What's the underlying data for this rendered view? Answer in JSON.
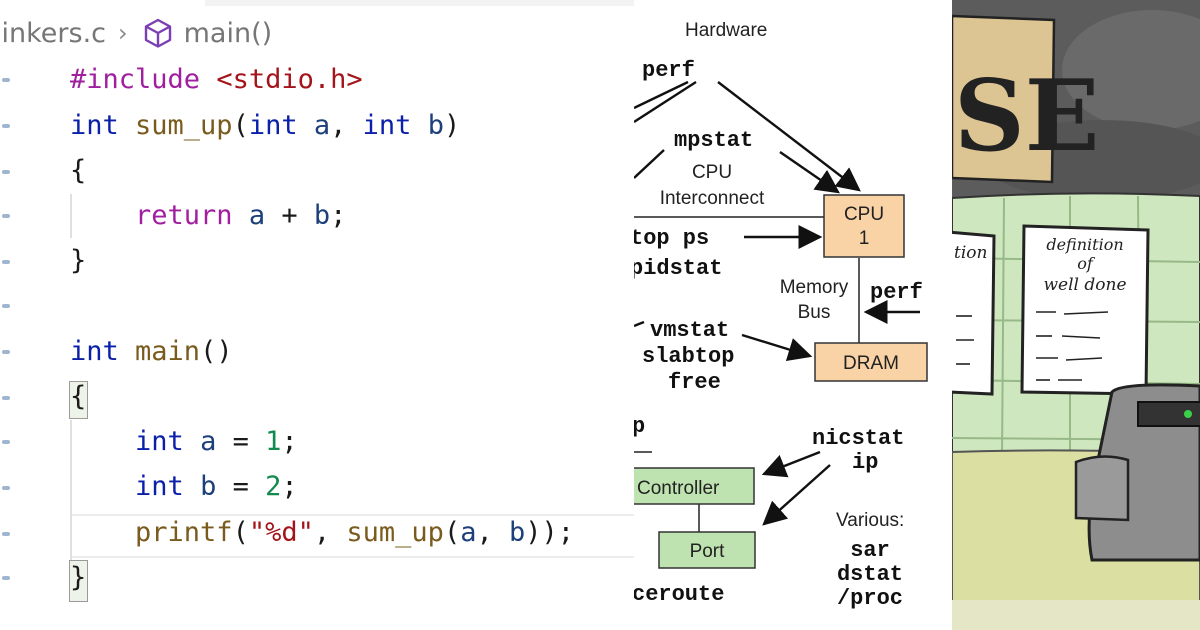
{
  "editor": {
    "breadcrumb": {
      "file": "linkers.c",
      "separator": "›",
      "symbol": "main()"
    },
    "lines": [
      {
        "id": "l1",
        "parts": [
          {
            "c": "pp",
            "t": "#include "
          },
          {
            "c": "str",
            "t": "<stdio.h>"
          }
        ]
      },
      {
        "id": "l2",
        "parts": [
          {
            "c": "kw",
            "t": "int "
          },
          {
            "c": "fn",
            "t": "sum_up"
          },
          {
            "c": "pun",
            "t": "("
          },
          {
            "c": "kw",
            "t": "int "
          },
          {
            "c": "var",
            "t": "a"
          },
          {
            "c": "pun",
            "t": ", "
          },
          {
            "c": "kw",
            "t": "int "
          },
          {
            "c": "var",
            "t": "b"
          },
          {
            "c": "pun",
            "t": ")"
          }
        ]
      },
      {
        "id": "l3",
        "parts": [
          {
            "c": "pun",
            "t": "{"
          }
        ]
      },
      {
        "id": "l4",
        "parts": [
          {
            "c": "pun",
            "t": "    "
          },
          {
            "c": "ctl",
            "t": "return "
          },
          {
            "c": "var",
            "t": "a"
          },
          {
            "c": "pun",
            "t": " + "
          },
          {
            "c": "var",
            "t": "b"
          },
          {
            "c": "pun",
            "t": ";"
          }
        ]
      },
      {
        "id": "l5",
        "parts": [
          {
            "c": "pun",
            "t": "}"
          }
        ]
      },
      {
        "id": "l6",
        "parts": [
          {
            "c": "kw",
            "t": "int "
          },
          {
            "c": "fn",
            "t": "main"
          },
          {
            "c": "pun",
            "t": "()"
          }
        ]
      },
      {
        "id": "l7",
        "parts": [
          {
            "c": "pun",
            "t": "{"
          }
        ]
      },
      {
        "id": "l8",
        "parts": [
          {
            "c": "pun",
            "t": "    "
          },
          {
            "c": "kw",
            "t": "int "
          },
          {
            "c": "var",
            "t": "a"
          },
          {
            "c": "pun",
            "t": " = "
          },
          {
            "c": "num",
            "t": "1"
          },
          {
            "c": "pun",
            "t": ";"
          }
        ]
      },
      {
        "id": "l9",
        "parts": [
          {
            "c": "pun",
            "t": "    "
          },
          {
            "c": "kw",
            "t": "int "
          },
          {
            "c": "var",
            "t": "b"
          },
          {
            "c": "pun",
            "t": " = "
          },
          {
            "c": "num",
            "t": "2"
          },
          {
            "c": "pun",
            "t": ";"
          }
        ]
      },
      {
        "id": "l10",
        "parts": [
          {
            "c": "pun",
            "t": "    "
          },
          {
            "c": "fn",
            "t": "printf"
          },
          {
            "c": "pun",
            "t": "("
          },
          {
            "c": "str",
            "t": "\"%d\""
          },
          {
            "c": "pun",
            "t": ", "
          },
          {
            "c": "fn",
            "t": "sum_up"
          },
          {
            "c": "pun",
            "t": "("
          },
          {
            "c": "var",
            "t": "a"
          },
          {
            "c": "pun",
            "t": ", "
          },
          {
            "c": "var",
            "t": "b"
          },
          {
            "c": "pun",
            "t": "));"
          }
        ]
      },
      {
        "id": "l11",
        "parts": [
          {
            "c": "pun",
            "t": "}"
          }
        ]
      }
    ]
  },
  "diagram": {
    "title": "Hardware",
    "cpu_interconnect": [
      "CPU",
      "Interconnect"
    ],
    "memory_bus": [
      "Memory",
      "Bus"
    ],
    "boxes": {
      "cpu": [
        "CPU",
        "1"
      ],
      "dram": "DRAM",
      "controller": "Controller",
      "port": "Port"
    },
    "tools": {
      "perf_top": "perf",
      "mpstat": "mpstat",
      "top_ps": "top ps",
      "pidstat": "pidstat",
      "perf_right": "perf",
      "vmstat": "vmstat",
      "slabtop": "slabtop",
      "free": "free",
      "ip_partial": "p",
      "nicstat": "nicstat",
      "ip": "ip",
      "traceroute_partial": "ceroute",
      "various_label": "Various:",
      "sar": "sar",
      "dstat": "dstat",
      "proc": "/proc"
    }
  },
  "sketch": {
    "sign_text": "SE",
    "note_left_partial": "tion",
    "note_right": [
      "definition",
      "of",
      "well done"
    ]
  }
}
